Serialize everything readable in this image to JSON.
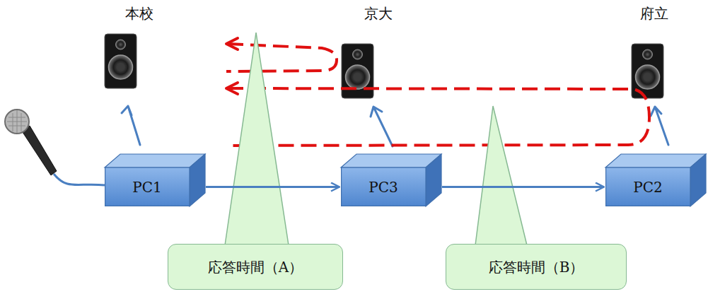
{
  "diagram": {
    "nodes": [
      {
        "text": [
          "PC1"
        ]
      },
      {
        "text": [
          "PC3"
        ]
      },
      {
        "text": [
          "PC2"
        ]
      },
      {
        "text": [
          "応答時間（A）"
        ]
      },
      {
        "text": [
          "応答時間（B）"
        ]
      }
    ],
    "edges": [
      {
        "from": 0,
        "to": 1,
        "arrow": "to"
      },
      {
        "from": 1,
        "to": 2,
        "arrow": "to"
      }
    ],
    "labels": [
      "本校",
      "京大",
      "府立"
    ]
  }
}
